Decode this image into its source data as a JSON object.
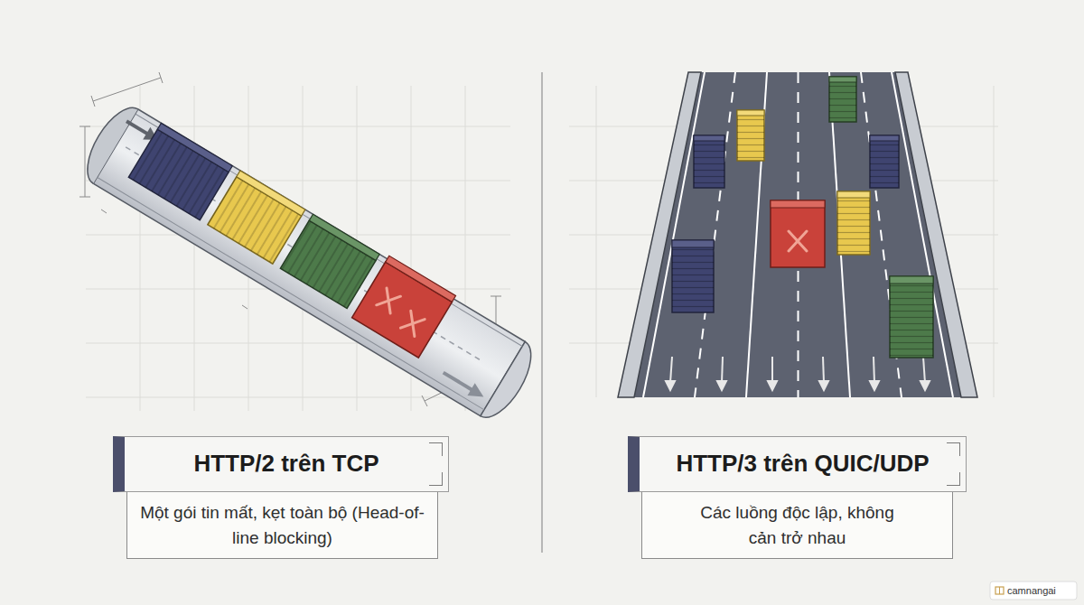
{
  "diagram": {
    "nodes": [
      {
        "text": [
          "HTTP/2 trên TCP"
        ]
      },
      {
        "text": [
          "Một gói tin mất, kẹt toàn bộ (Head-of-line blocking)"
        ]
      },
      {
        "text": [
          "HTTP/3 trên QUIC/UDP"
        ]
      },
      {
        "text": [
          "Các luồng độc lập, không cản trở nhau"
        ]
      }
    ],
    "labels": [
      "camnangai"
    ]
  }
}
